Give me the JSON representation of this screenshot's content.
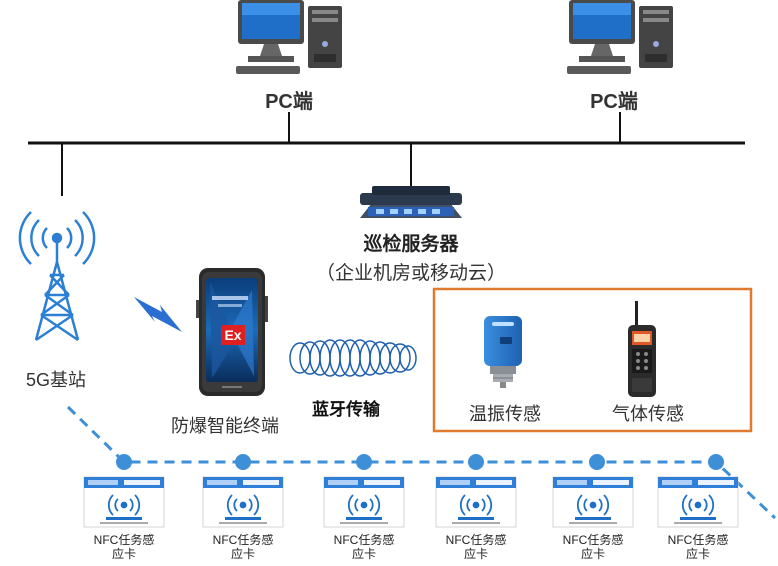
{
  "pc_left_label": "PC端",
  "pc_right_label": "PC端",
  "server": {
    "title": "巡检服务器",
    "subtitle": "（企业机房或移动云）"
  },
  "base_station_label": "5G基站",
  "terminal_label": "防爆智能终端",
  "bluetooth_label": "蓝牙传输",
  "sensors": [
    {
      "label": "温振传感"
    },
    {
      "label": "气体传感"
    }
  ],
  "nfc_cards": [
    {
      "line1": "NFC任务感",
      "line2": "应卡"
    },
    {
      "line1": "NFC任务感",
      "line2": "应卡"
    },
    {
      "line1": "NFC任务感",
      "line2": "应卡"
    },
    {
      "line1": "NFC任务感",
      "line2": "应卡"
    },
    {
      "line1": "NFC任务感",
      "line2": "应卡"
    },
    {
      "line1": "NFC任务感",
      "line2": "应卡"
    }
  ],
  "phone_screen_text": "Ex",
  "colors": {
    "blue": "#2b7fd4",
    "dashed_route": "#3d8fd8",
    "sensor_box": "#e07a2e",
    "bus_line": "#111111",
    "warn_red": "#e02020"
  },
  "icons": [
    "pc-icon",
    "server-icon",
    "antenna-icon",
    "signal-bolt-icon",
    "phone-icon",
    "bluetooth-coil-icon",
    "temperature-vibration-sensor-icon",
    "gas-detector-icon",
    "nfc-icon"
  ]
}
